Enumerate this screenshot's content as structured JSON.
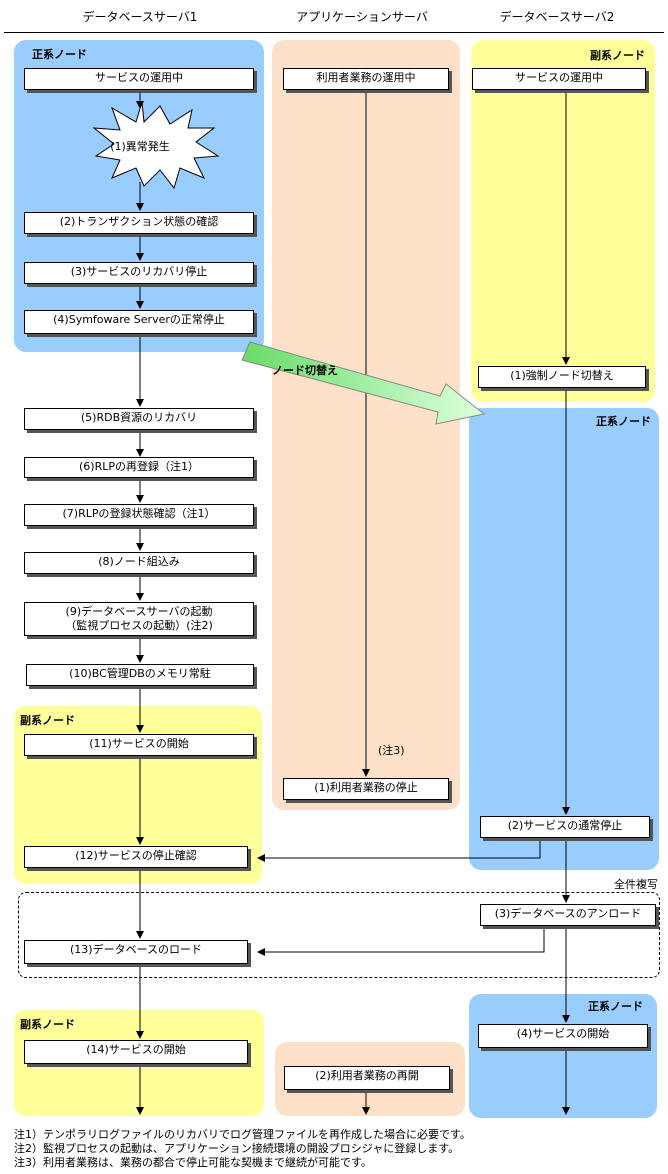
{
  "headers": {
    "db1": "データベースサーバ1",
    "app": "アプリケーションサーバ",
    "db2": "データベースサーバ2"
  },
  "regions": {
    "primary": "正系ノード",
    "secondary": "副系ノード",
    "switch_label": "ノード切替え",
    "copy_label": "全件複写"
  },
  "db1_steps": [
    "サービスの運用中",
    "(1)異常発生",
    "(2)トランザクション状態の確認",
    "(3)サービスのリカバリ停止",
    "(4)Symfoware Serverの正常停止",
    "(5)RDB資源のリカバリ",
    "(6)RLPの再登録（注1）",
    "(7)RLPの登録状態確認（注1）",
    "(8)ノード組込み",
    "(9)データベースサーバの起動",
    "（監視プロセスの起動）(注2)",
    "(10)BC管理DBのメモリ常駐",
    "(11)サービスの開始",
    "(12)サービスの停止確認",
    "(13)データベースのロード",
    "(14)サービスの開始"
  ],
  "app_steps": [
    "利用者業務の運用中",
    "(注3)",
    "(1)利用者業務の停止",
    "(2)利用者業務の再開"
  ],
  "db2_steps": [
    "サービスの運用中",
    "(1)強制ノード切替え",
    "(2)サービスの通常停止",
    "(3)データベースのアンロード",
    "(4)サービスの開始"
  ],
  "notes": [
    "注1）テンポラリログファイルのリカバリでログ管理ファイルを再作成した場合に必要です。",
    "注2）監視プロセスの起動は、アプリケーション接続環境の開設プロシジャに登録します。",
    "注3）利用者業務は、業務の都合で停止可能な契機まで継続が可能です。"
  ],
  "colors": {
    "blue": "#99ccff",
    "yellow": "#ffff99",
    "peach": "#fde0c8",
    "switch_arrow": "#ccffcc"
  }
}
